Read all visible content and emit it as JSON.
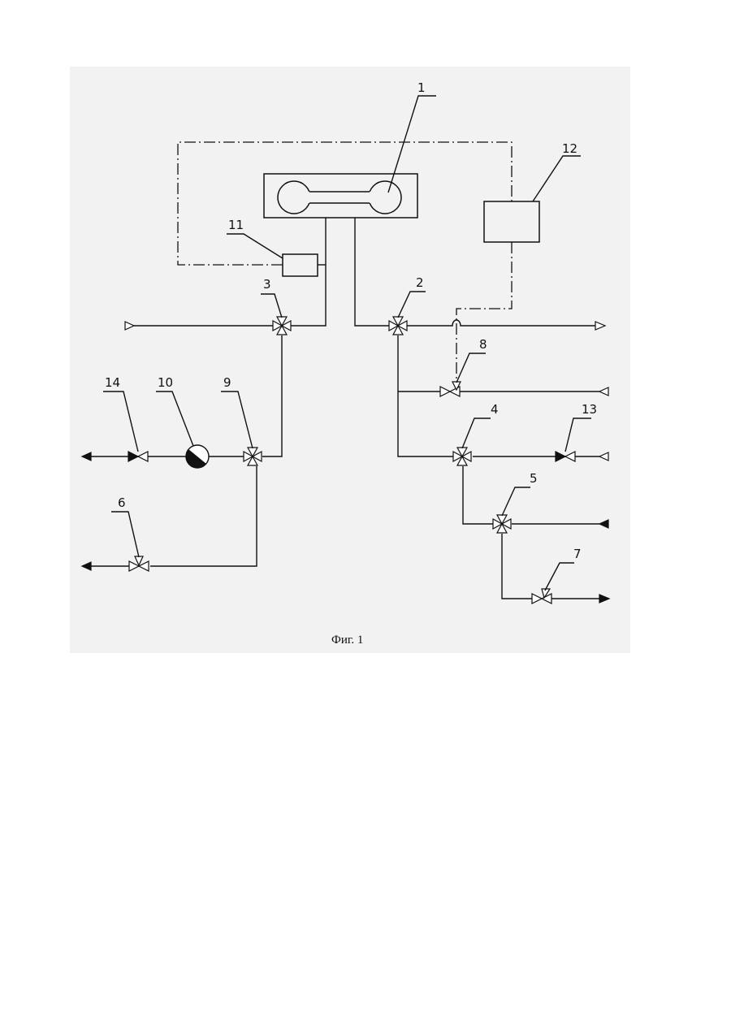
{
  "figure": {
    "caption": "Фиг. 1",
    "labels": {
      "n1": "1",
      "n2": "2",
      "n3": "3",
      "n4": "4",
      "n5": "5",
      "n6": "6",
      "n7": "7",
      "n8": "8",
      "n9": "9",
      "n10": "10",
      "n11": "11",
      "n12": "12",
      "n13": "13",
      "n14": "14"
    }
  }
}
